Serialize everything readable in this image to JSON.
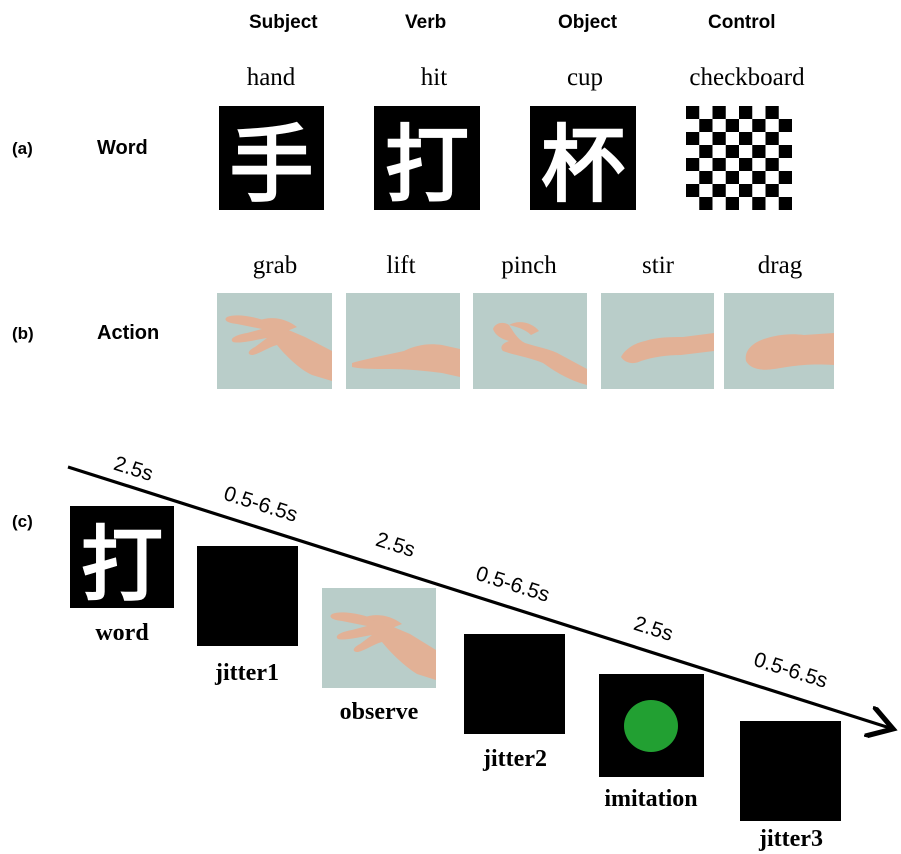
{
  "columns": {
    "subject": "Subject",
    "verb": "Verb",
    "object": "Object",
    "control": "Control"
  },
  "panel_a": {
    "tag": "(a)",
    "row_label": "Word",
    "subject_word": "hand",
    "verb_word": "hit",
    "object_word": "cup",
    "control_word": "checkboard",
    "subject_char": "手",
    "verb_char": "打",
    "object_char": "杯"
  },
  "panel_b": {
    "tag": "(b)",
    "row_label": "Action",
    "actions": [
      "grab",
      "lift",
      "pinch",
      "stir",
      "drag"
    ]
  },
  "panel_c": {
    "tag": "(c)",
    "word_char": "打",
    "stages": [
      "word",
      "jitter1",
      "observe",
      "jitter2",
      "imitation",
      "jitter3"
    ],
    "durations": [
      "2.5s",
      "0.5-6.5s",
      "2.5s",
      "0.5-6.5s",
      "2.5s",
      "0.5-6.5s"
    ]
  },
  "colors": {
    "photo_background": "#b9cdc9",
    "skin": "#e2b196",
    "cue_dot": "#22a032"
  }
}
